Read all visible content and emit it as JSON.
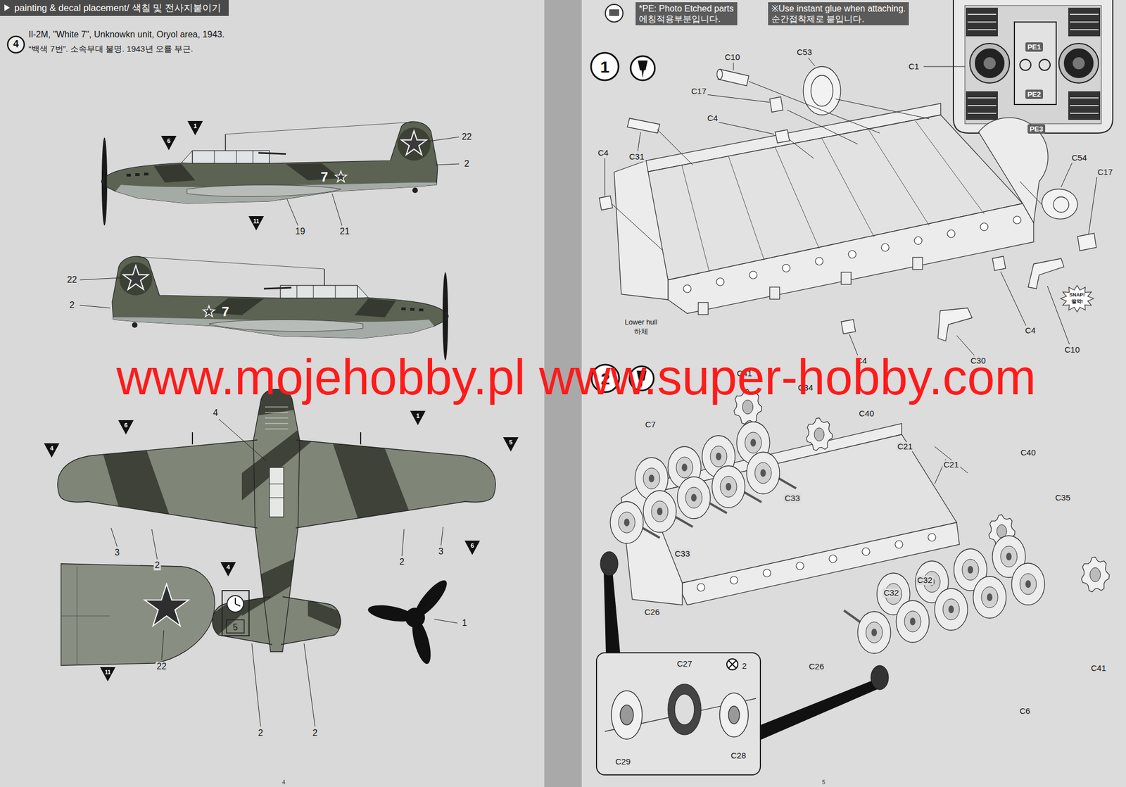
{
  "diagram": {
    "nodes": [
      {
        "text": [
          "painting & decal placement/ 색칠 및 전사지붙이기"
        ]
      },
      {
        "text": [
          "*PE: Photo Etched parts",
          "에칭적용부분입니다."
        ]
      },
      {
        "text": [
          "※Use instant glue when attaching.",
          "순간접착제로 붙입니다."
        ]
      },
      {
        "text": [
          "PE1"
        ]
      },
      {
        "text": [
          "PE2"
        ]
      },
      {
        "text": [
          "PE3"
        ]
      },
      {
        "text": [
          "5"
        ]
      },
      {
        "text": [
          "C27",
          "2",
          "C29",
          "C28"
        ]
      }
    ],
    "labels": [
      "Il-2M, \"White 7\", Unknowkn unit, Oryol area, 1943.",
      "“백색 7번”. 소속부대 불명. 1943년 오룔 부근.",
      "4",
      "6",
      "1",
      "22",
      "2",
      "7",
      "11",
      "19",
      "21",
      "22",
      "2",
      "7",
      "4",
      "6",
      "1",
      "4",
      "5",
      "3",
      "2",
      "2",
      "3",
      "4",
      "22",
      "11",
      "6",
      "1",
      "2",
      "2",
      "4",
      "1",
      "C10",
      "C53",
      "C17",
      "C4",
      "C31",
      "C4",
      "C1",
      "C54",
      "C17",
      "Lower hull",
      "하체",
      "SNAP!",
      "딸깍!",
      "C4",
      "C10",
      "C4",
      "C30",
      "2",
      "C41",
      "C34",
      "C40",
      "C7",
      "C21",
      "C21",
      "C40",
      "C35",
      "C33",
      "C33",
      "C32",
      "C32",
      "C26",
      "C26",
      "C41",
      "C6",
      "5",
      "www.mojehobby.pl www.super-hobby.com"
    ]
  }
}
